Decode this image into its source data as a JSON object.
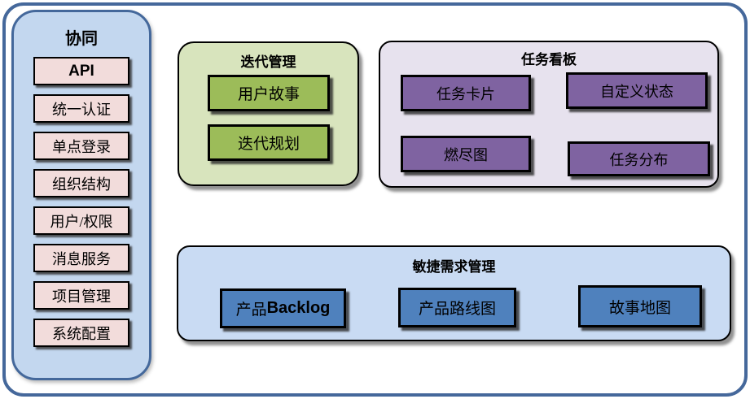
{
  "sidebar": {
    "title": "协同",
    "items": [
      {
        "label": "API"
      },
      {
        "label": "统一认证"
      },
      {
        "label": "单点登录"
      },
      {
        "label": "组织结构"
      },
      {
        "label": "用户/权限"
      },
      {
        "label": "消息服务"
      },
      {
        "label": "项目管理"
      },
      {
        "label": "系统配置"
      }
    ]
  },
  "groups": {
    "iteration": {
      "title": "迭代管理",
      "items": [
        {
          "label": "用户故事"
        },
        {
          "label": "迭代规划"
        }
      ]
    },
    "kanban": {
      "title": "任务看板",
      "items": [
        {
          "label": "任务卡片"
        },
        {
          "label": "自定义状态"
        },
        {
          "label": "燃尽图"
        },
        {
          "label": "任务分布"
        }
      ]
    },
    "agile": {
      "title": "敏捷需求管理",
      "items": [
        {
          "label_zh": "产品",
          "label_en": "Backlog"
        },
        {
          "label": "产品路线图"
        },
        {
          "label": "故事地图"
        }
      ]
    }
  },
  "colors": {
    "frame_border": "#45689b",
    "sidebar_fill": "#c3d7ef",
    "sidebar_border": "#44689b",
    "sidebar_item_fill": "#f2dcdb",
    "iteration_fill": "#d8e4bd",
    "iteration_item_fill": "#9cbc59",
    "kanban_fill": "#e7e2ee",
    "kanban_item_fill": "#7f63a1",
    "agile_fill": "#c9dbf3",
    "agile_item_fill": "#4f81bd",
    "box_border": "#000000",
    "text": "#000000"
  }
}
